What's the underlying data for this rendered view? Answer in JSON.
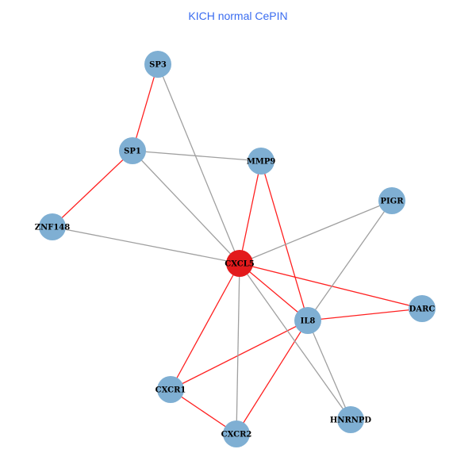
{
  "title": "KICH normal CePIN",
  "colors": {
    "node": "#7fafd3",
    "hub": "#e31a1c",
    "edge_red": "#ff2020",
    "edge_gray": "#a0a0a0",
    "title": "#3a6cf0"
  },
  "nodes": [
    {
      "id": "SP3",
      "hub": false
    },
    {
      "id": "SP1",
      "hub": false
    },
    {
      "id": "MMP9",
      "hub": false
    },
    {
      "id": "PIGR",
      "hub": false
    },
    {
      "id": "ZNF148",
      "hub": false
    },
    {
      "id": "CXCL5",
      "hub": true
    },
    {
      "id": "DARC",
      "hub": false
    },
    {
      "id": "IL8",
      "hub": false
    },
    {
      "id": "CXCR1",
      "hub": false
    },
    {
      "id": "CXCR2",
      "hub": false
    },
    {
      "id": "HNRNPD",
      "hub": false
    }
  ],
  "edges": [
    {
      "source": "SP3",
      "target": "SP1",
      "type": "red"
    },
    {
      "source": "SP1",
      "target": "ZNF148",
      "type": "red"
    },
    {
      "source": "MMP9",
      "target": "CXCL5",
      "type": "red"
    },
    {
      "source": "MMP9",
      "target": "IL8",
      "type": "red"
    },
    {
      "source": "CXCL5",
      "target": "DARC",
      "type": "red"
    },
    {
      "source": "CXCL5",
      "target": "IL8",
      "type": "red"
    },
    {
      "source": "CXCL5",
      "target": "CXCR1",
      "type": "red"
    },
    {
      "source": "IL8",
      "target": "DARC",
      "type": "red"
    },
    {
      "source": "IL8",
      "target": "CXCR1",
      "type": "red"
    },
    {
      "source": "IL8",
      "target": "CXCR2",
      "type": "red"
    },
    {
      "source": "CXCR1",
      "target": "CXCR2",
      "type": "red"
    },
    {
      "source": "SP3",
      "target": "CXCL5",
      "type": "gray"
    },
    {
      "source": "SP1",
      "target": "MMP9",
      "type": "gray"
    },
    {
      "source": "SP1",
      "target": "CXCL5",
      "type": "gray"
    },
    {
      "source": "ZNF148",
      "target": "CXCL5",
      "type": "gray"
    },
    {
      "source": "PIGR",
      "target": "CXCL5",
      "type": "gray"
    },
    {
      "source": "PIGR",
      "target": "IL8",
      "type": "gray"
    },
    {
      "source": "CXCL5",
      "target": "CXCR2",
      "type": "gray"
    },
    {
      "source": "CXCL5",
      "target": "HNRNPD",
      "type": "gray"
    },
    {
      "source": "IL8",
      "target": "HNRNPD",
      "type": "gray"
    }
  ]
}
